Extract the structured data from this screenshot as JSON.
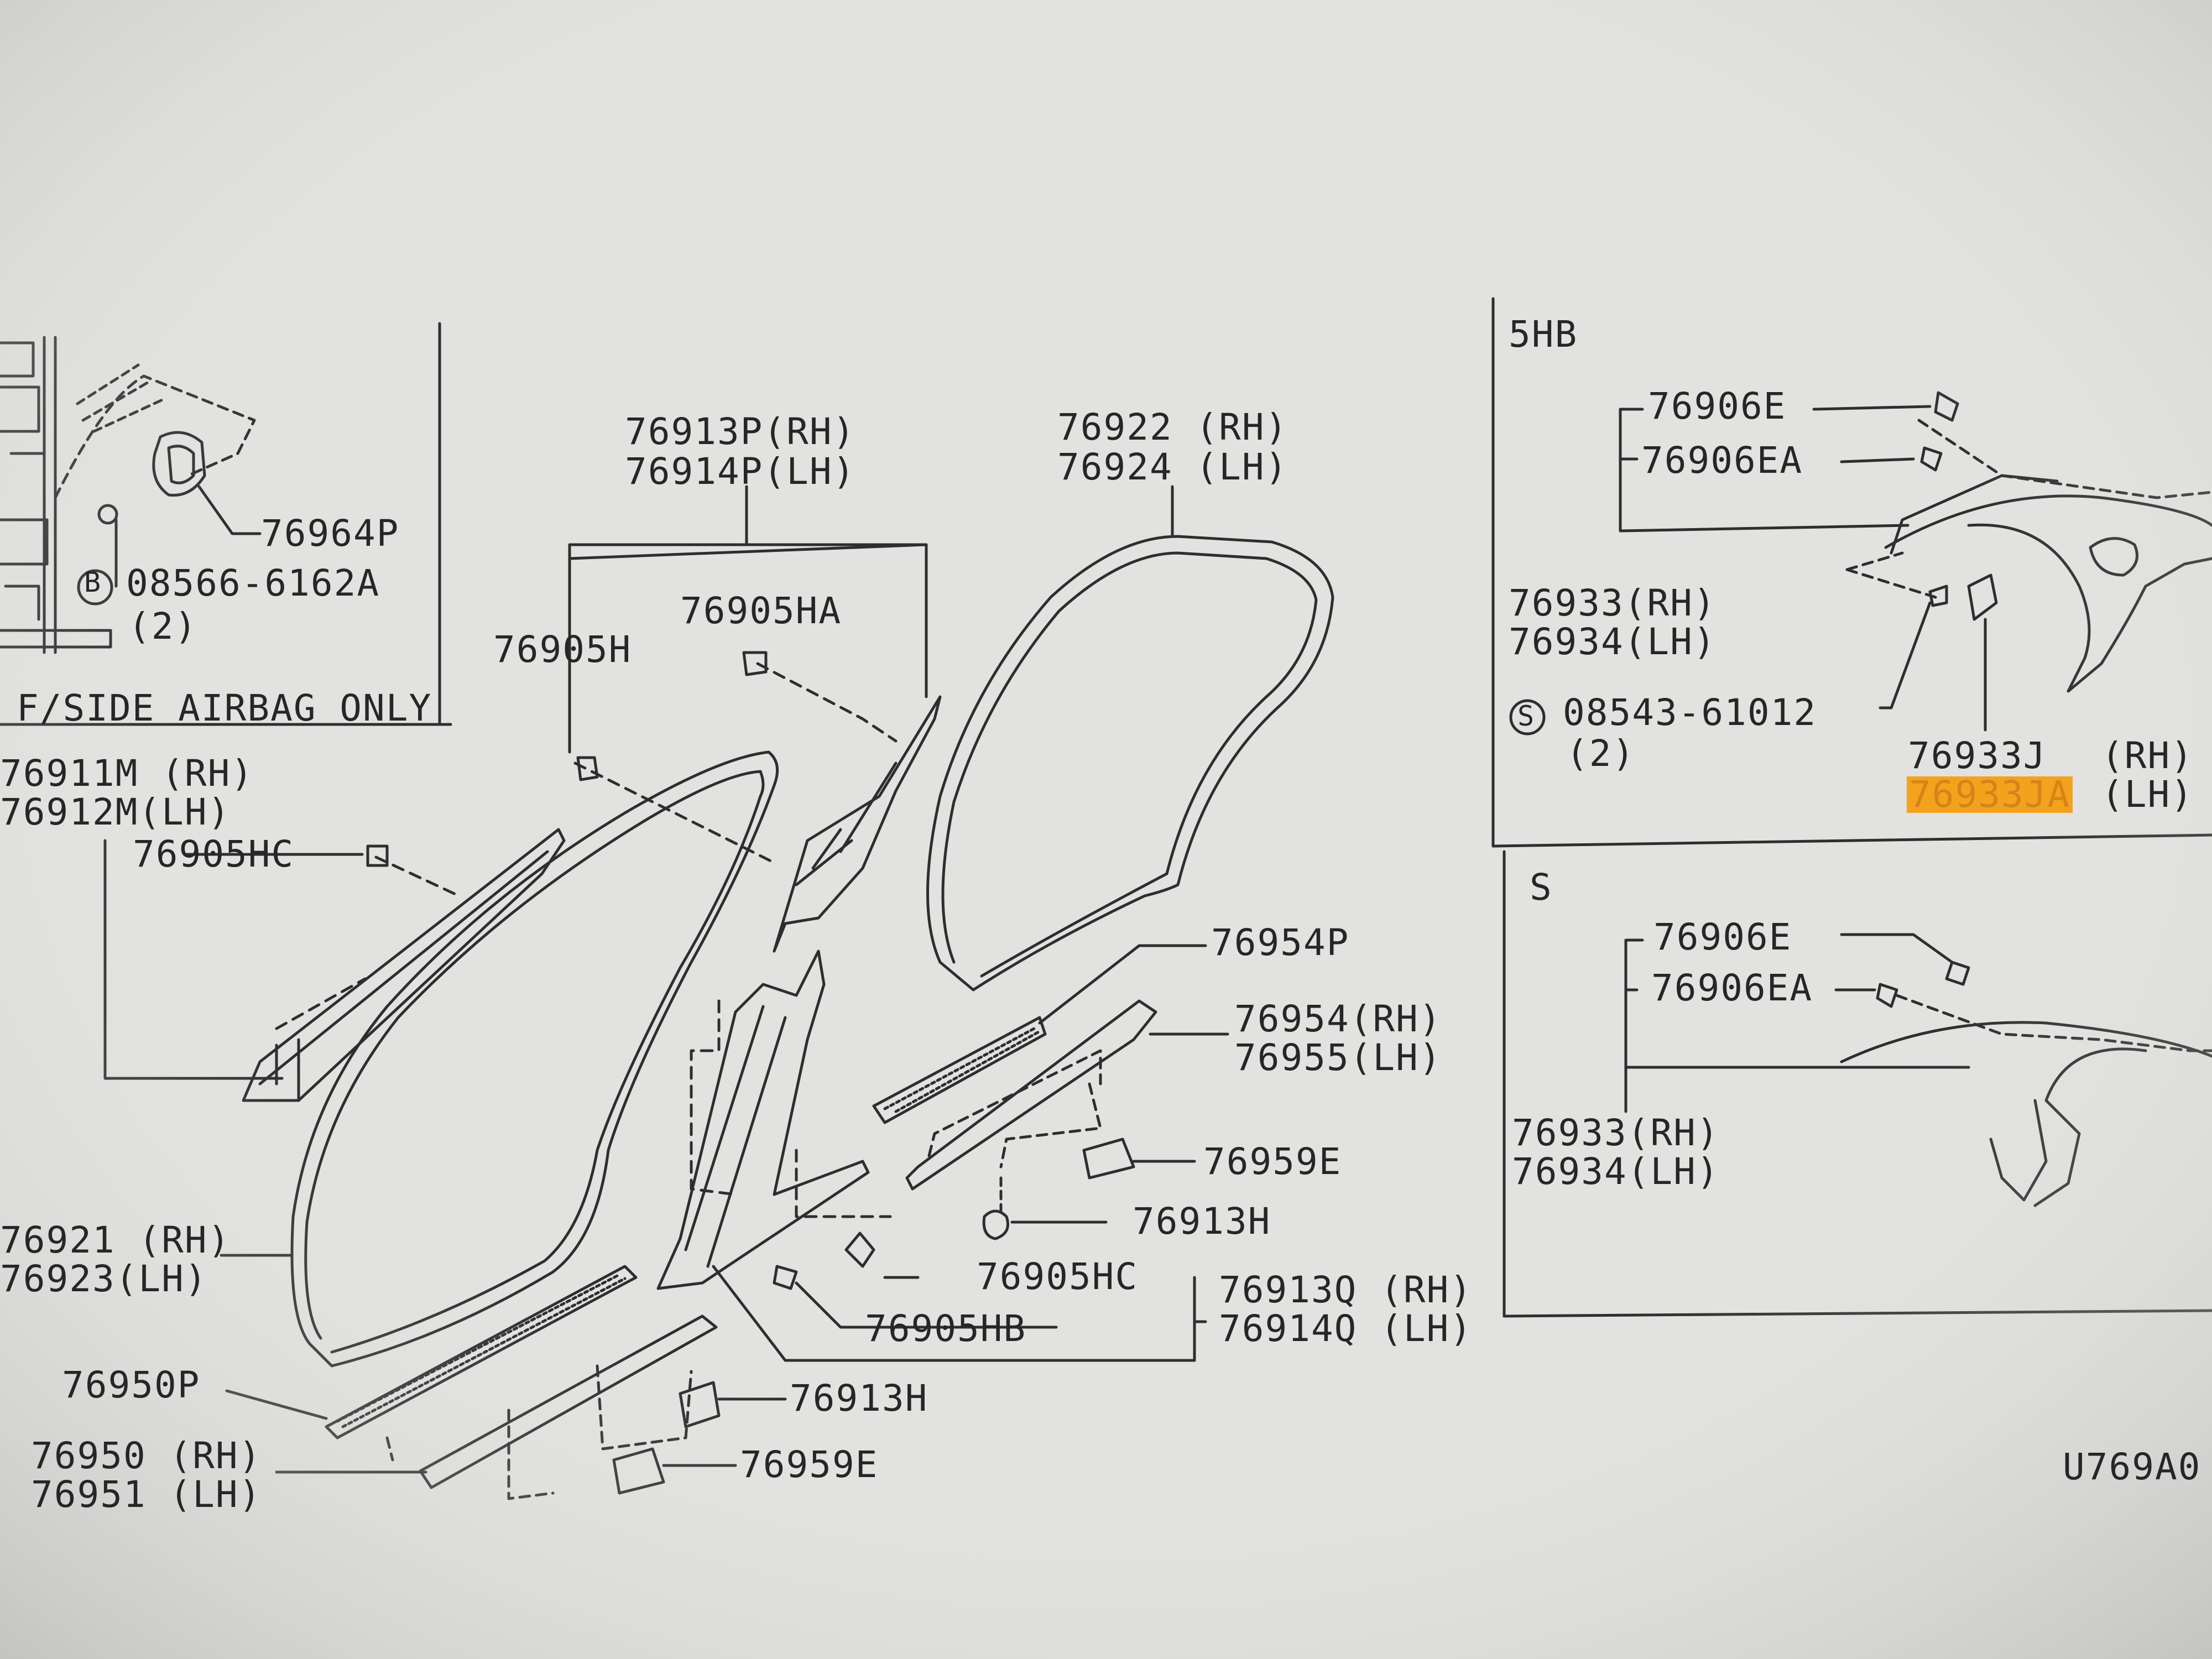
{
  "diagram": {
    "drawing_code": "U769A0",
    "colors": {
      "paper": "#e2e2e0",
      "ink": "#2e2e2e",
      "highlight": "#f3a21e"
    },
    "inset_airbag": {
      "part_76964P": "76964P",
      "bolt_mark": "B",
      "bolt": "08566-6162A",
      "bolt_qty": "(2)",
      "note": "F/SIDE AIRBAG ONLY"
    },
    "main": {
      "p76911M": "76911M (RH)",
      "p76912M": "76912M(LH)",
      "p76905HC_top": "76905HC",
      "p76905H": "76905H",
      "p76913P": "76913P(RH)",
      "p76914P": "76914P(LH)",
      "p76905HA": "76905HA",
      "p76922": "76922 (RH)",
      "p76924": "76924 (LH)",
      "p76954P": "76954P",
      "p76954": "76954(RH)",
      "p76955": "76955(LH)",
      "p76959E_right": "76959E",
      "p76913H_mid": "76913H",
      "p76905HC_bottom": "76905HC",
      "p76905HB": "76905HB",
      "p76913Q": "76913Q (RH)",
      "p76914Q": "76914Q (LH)",
      "p76921": "76921 (RH)",
      "p76923": "76923(LH)",
      "p76950P": "76950P",
      "p76950": "76950 (RH)",
      "p76951": "76951 (LH)",
      "p76913H_low": "76913H",
      "p76959E_low": "76959E"
    },
    "inset_5hb": {
      "title": "5HB",
      "p76906E": "76906E",
      "p76906EA": "76906EA",
      "p76933": "76933(RH)",
      "p76934": "76934(LH)",
      "screw_mark": "S",
      "screw": "08543-61012",
      "screw_qty": "(2)",
      "p76933J": "76933J",
      "p76933J_side": "(RH)",
      "p76933JA": "76933JA",
      "p76933JA_side": "(LH)"
    },
    "inset_s": {
      "title": "S",
      "p76906E": "76906E",
      "p76906EA": "76906EA",
      "p76933": "76933(RH)",
      "p76934": "76934(LH)"
    }
  }
}
